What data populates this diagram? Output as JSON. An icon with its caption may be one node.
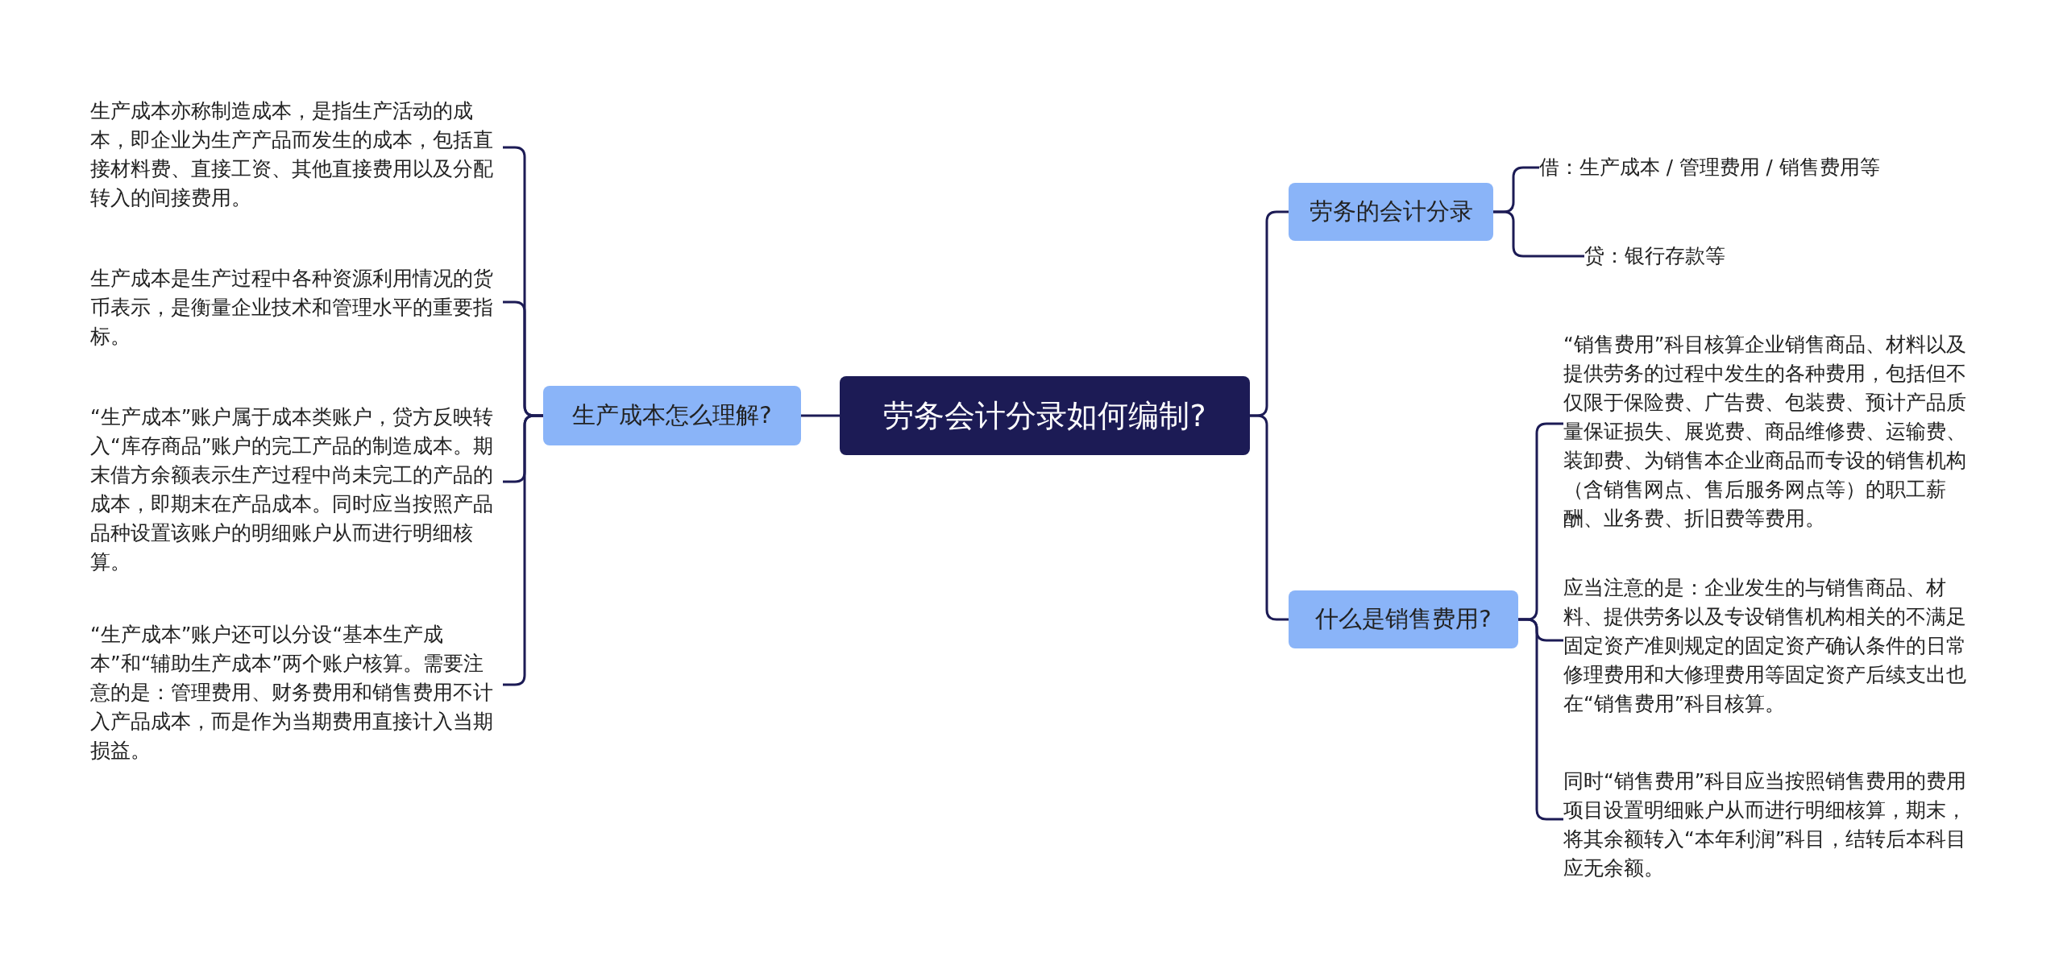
{
  "diagram": {
    "nodes": [
      {
        "text": [
          "劳务会计分录如何编制?"
        ]
      },
      {
        "text": [
          "生产成本怎么理解?"
        ]
      },
      {
        "text": [
          "生产成本亦称制造成本，是指生产活动的成本，即企业为生产产品而发生的成本，包括直接材料费、直接工资、其他直接费用以及分配转入的间接费用。"
        ]
      },
      {
        "text": [
          "生产成本是生产过程中各种资源利用情况的货币表示，是衡量企业技术和管理水平的重要指标。"
        ]
      },
      {
        "text": [
          "“生产成本”账户属于成本类账户，贷方反映转入“库存商品”账户的完工产品的制造成本。期末借方余额表示生产过程中尚未完工的产品的成本，即期末在产品成本。同时应当按照产品品种设置该账户的明细账户从而进行明细核算。"
        ]
      },
      {
        "text": [
          "“生产成本”账户还可以分设“基本生产成本”和“辅助生产成本”两个账户核算。需要注意的是：管理费用、财务费用和销售费用不计入产品成本，而是作为当期费用直接计入当期损益。"
        ]
      },
      {
        "text": [
          "劳务的会计分录"
        ]
      },
      {
        "text": [
          "借：生产成本 / 管理费用 / 销售费用等"
        ]
      },
      {
        "text": [
          "贷：银行存款等"
        ]
      },
      {
        "text": [
          "什么是销售费用?"
        ]
      },
      {
        "text": [
          "“销售费用”科目核算企业销售商品、材料以及提供劳务的过程中发生的各种费用，包括但不仅限于保险费、广告费、包装费、预计产品质量保证损失、展览费、商品维修费、运输费、装卸费、为销售本企业商品而专设的销售机构（含销售网点、售后服务网点等）的职工薪酬、业务费、折旧费等费用。"
        ]
      },
      {
        "text": [
          "应当注意的是：企业发生的与销售商品、材料、提供劳务以及专设销售机构相关的不满足固定资产准则规定的固定资产确认条件的日常修理费用和大修理费用等固定资产后续支出也在“销售费用”科目核算。"
        ]
      },
      {
        "text": [
          "同时“销售费用”科目应当按照销售费用的费用项目设置明细账户从而进行明细核算，期末，将其余额转入“本年利润”科目，结转后本科目应无余额。"
        ]
      }
    ],
    "edges": [
      {
        "from": 0,
        "to": 1,
        "arrow": "none"
      },
      {
        "from": 1,
        "to": 2,
        "arrow": "none"
      },
      {
        "from": 1,
        "to": 3,
        "arrow": "none"
      },
      {
        "from": 1,
        "to": 4,
        "arrow": "none"
      },
      {
        "from": 1,
        "to": 5,
        "arrow": "none"
      },
      {
        "from": 0,
        "to": 6,
        "arrow": "none"
      },
      {
        "from": 6,
        "to": 7,
        "arrow": "none"
      },
      {
        "from": 6,
        "to": 8,
        "arrow": "none"
      },
      {
        "from": 0,
        "to": 9,
        "arrow": "none"
      },
      {
        "from": 9,
        "to": 10,
        "arrow": "none"
      },
      {
        "from": 9,
        "to": 11,
        "arrow": "none"
      },
      {
        "from": 9,
        "to": 12,
        "arrow": "none"
      }
    ]
  }
}
